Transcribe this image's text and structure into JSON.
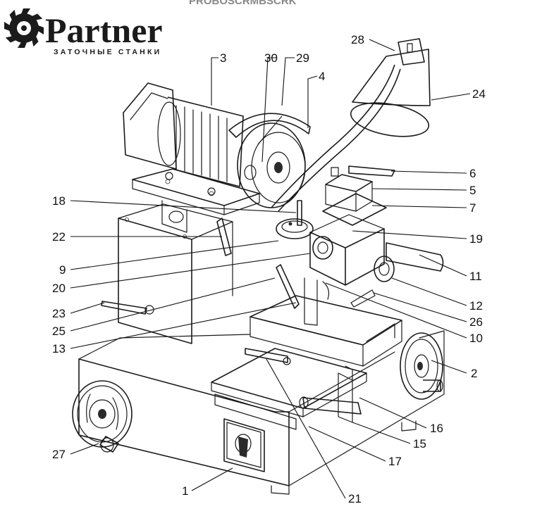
{
  "header": {
    "cropped_text": "PROBOSCRMBSCRK"
  },
  "brand": {
    "name": "Partner",
    "tagline": "ЗАТОЧНЫЕ СТАНКИ",
    "logo_icon": "saw-blade-gear-icon",
    "color": "#1b1b1b"
  },
  "callouts": [
    "28",
    "24",
    "3",
    "30",
    "29",
    "4",
    "6",
    "5",
    "7",
    "18",
    "19",
    "22",
    "9",
    "11",
    "20",
    "12",
    "23",
    "26",
    "25",
    "10",
    "13",
    "2",
    "16",
    "15",
    "27",
    "17",
    "1",
    "21"
  ]
}
